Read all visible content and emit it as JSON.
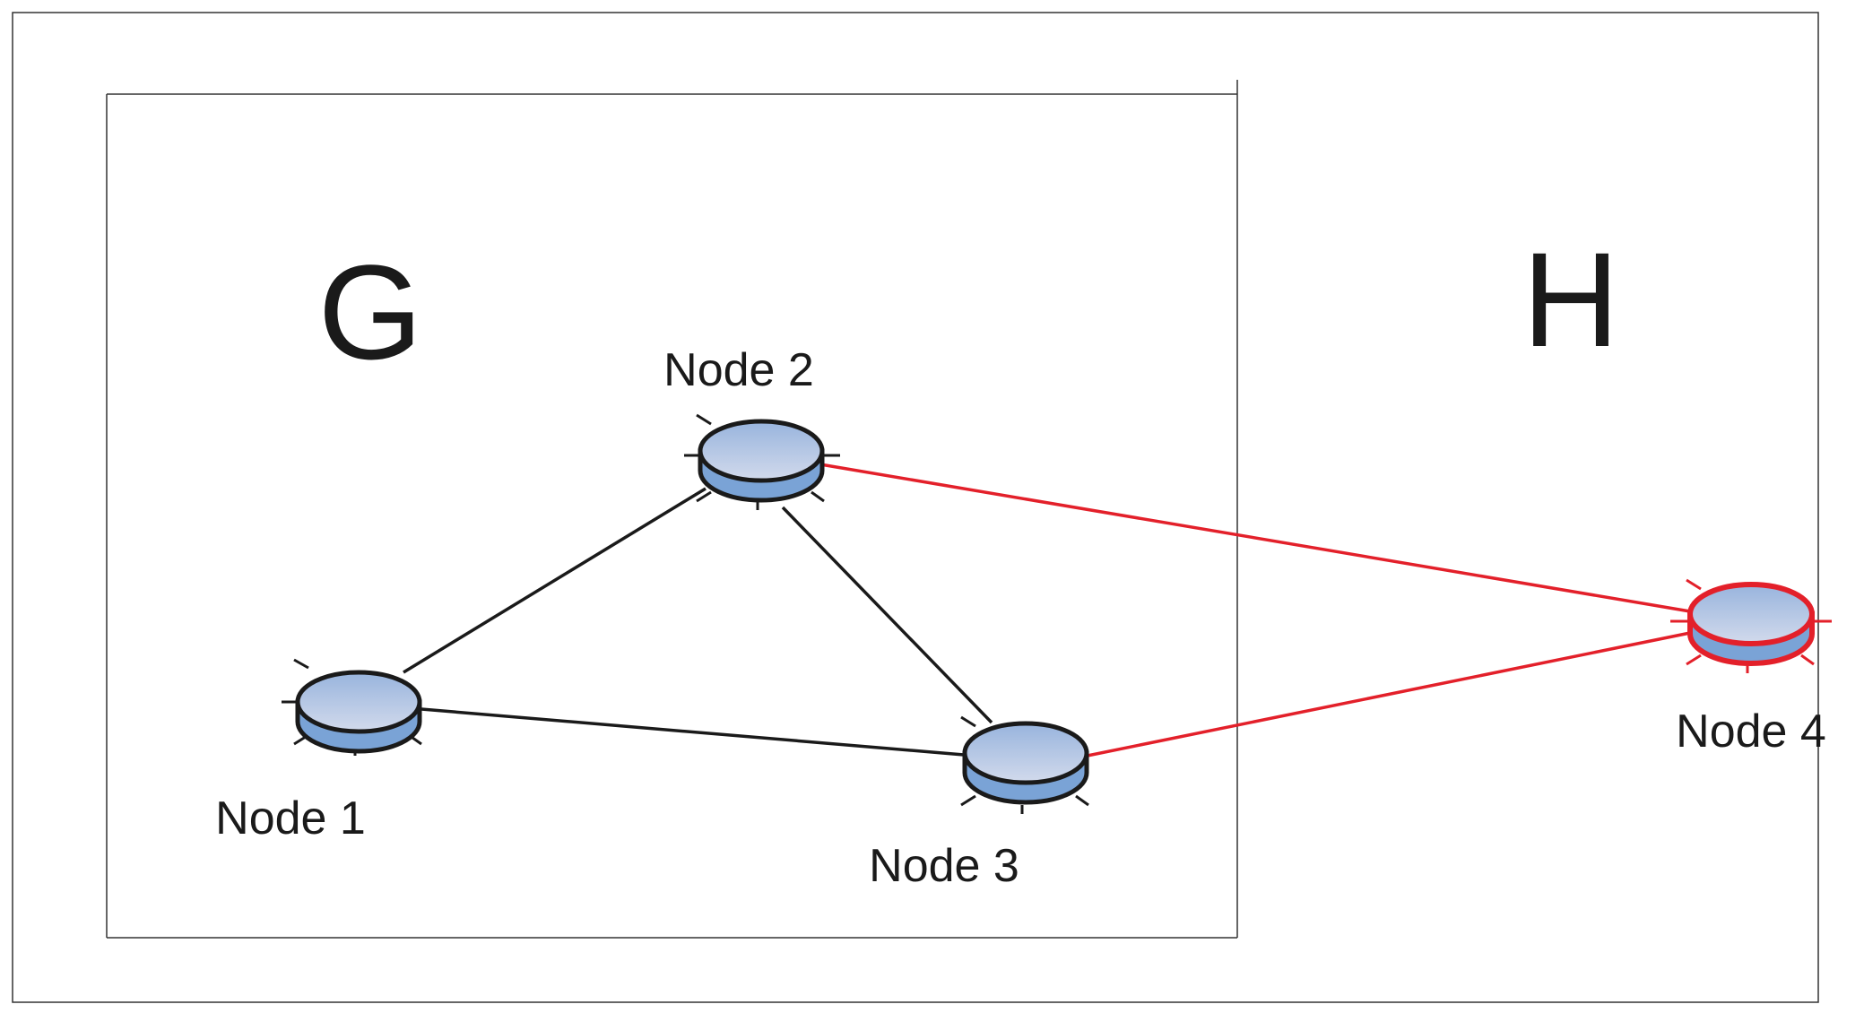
{
  "regions": [
    {
      "id": "G",
      "label": "G"
    },
    {
      "id": "H",
      "label": "H"
    }
  ],
  "nodes": [
    {
      "id": "n1",
      "label": "Node 1",
      "region": "G",
      "highlighted": false
    },
    {
      "id": "n2",
      "label": "Node 2",
      "region": "G",
      "highlighted": false
    },
    {
      "id": "n3",
      "label": "Node 3",
      "region": "G",
      "highlighted": false
    },
    {
      "id": "n4",
      "label": "Node 4",
      "region": "H",
      "highlighted": true
    }
  ],
  "edges": [
    {
      "from": "n1",
      "to": "n2",
      "color": "#1a1a1a"
    },
    {
      "from": "n1",
      "to": "n3",
      "color": "#1a1a1a"
    },
    {
      "from": "n2",
      "to": "n3",
      "color": "#1a1a1a"
    },
    {
      "from": "n2",
      "to": "n4",
      "color": "#e3202a"
    },
    {
      "from": "n3",
      "to": "n4",
      "color": "#e3202a"
    }
  ],
  "colors": {
    "node_fill_top": "#98b4dd",
    "node_fill_bottom": "#d2daec",
    "node_side": "#7aa3d6",
    "node_outline": "#1a1a1a",
    "highlight_outline": "#e3202a",
    "internal_edge": "#1a1a1a",
    "cross_edge": "#e3202a"
  }
}
